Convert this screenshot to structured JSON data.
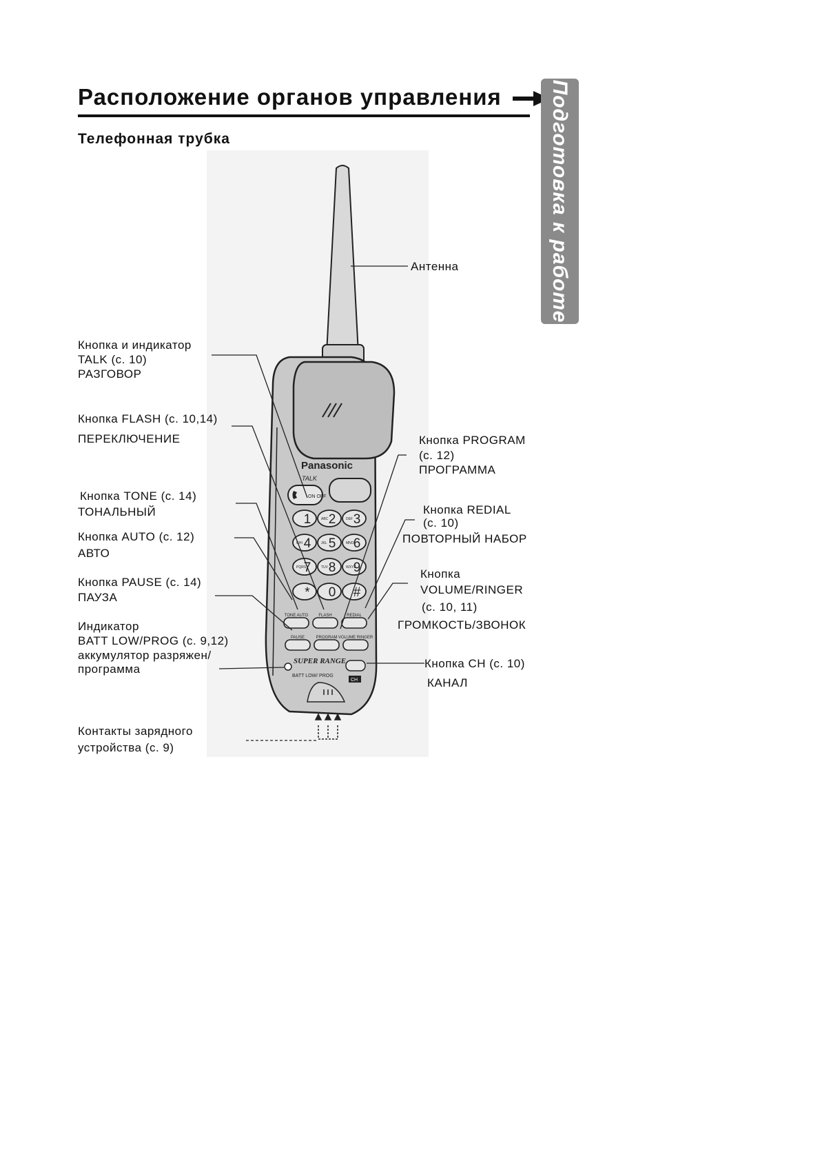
{
  "header": {
    "title": "Расположение органов управления",
    "arrow_icon": "right-arrow-icon",
    "subtitle": "Телефонная трубка"
  },
  "side_tab": {
    "text": "Подготовка к работе",
    "color": "#8a8a8a"
  },
  "phone": {
    "brand": "Panasonic",
    "talk_label": "TALK",
    "on_off": "ON OFF",
    "keys": [
      "1",
      "2",
      "3",
      "4",
      "5",
      "6",
      "7",
      "8",
      "9",
      "*",
      "0",
      "#"
    ],
    "key_letters": [
      "ABC",
      "DEF",
      "GHI",
      "JKL",
      "MNO",
      "PQRS",
      "TUV",
      "WXYZ"
    ],
    "function_labels": [
      "TONE AUTO",
      "FLASH",
      "REDIAL",
      "PAUSE",
      "PROGRAM",
      "VOLUME RINGER"
    ],
    "super_range": "SUPER RANGE",
    "batt_label": "BATT LOW/ PROG",
    "ch_label": "CH"
  },
  "labels": {
    "antenna": "Антенна",
    "talk_1": "Кнопка и индикатор",
    "talk_2": "TALK (с. 10)",
    "talk_3": "РАЗГОВОР",
    "flash_1": "Кнопка FLASH (с. 10,14)",
    "flash_2": "ПЕРЕКЛЮЧЕНИЕ",
    "tone_1": "Кнопка TONE (с. 14)",
    "tone_2": "ТОНАЛЬНЫЙ",
    "auto_1": "Кнопка AUTO (с. 12)",
    "auto_2": "АВТО",
    "pause_1": "Кнопка PAUSE (с. 14)",
    "pause_2": "ПАУЗА",
    "batt_1": "Индикатор",
    "batt_2": "BATT LOW/PROG (с. 9,12)",
    "batt_3": "аккумулятор разряжен/",
    "batt_4": "программа",
    "contacts_1": "Контакты зарядного",
    "contacts_2": "устройства (с. 9)",
    "program_1": "Кнопка PROGRAM",
    "program_2": "(с. 12)",
    "program_3": "ПРОГРАММА",
    "redial_1": "Кнопка REDIAL",
    "redial_2": "(с. 10)",
    "redial_3": "ПОВТОРНЫЙ НАБОР",
    "volume_1": "Кнопка",
    "volume_2": "VOLUME/RINGER",
    "volume_3": "(с. 10, 11)",
    "volume_4": "ГРОМКОСТЬ/ЗВОНОК",
    "ch_1": "Кнопка CH (с. 10)",
    "ch_2": "КАНАЛ"
  }
}
